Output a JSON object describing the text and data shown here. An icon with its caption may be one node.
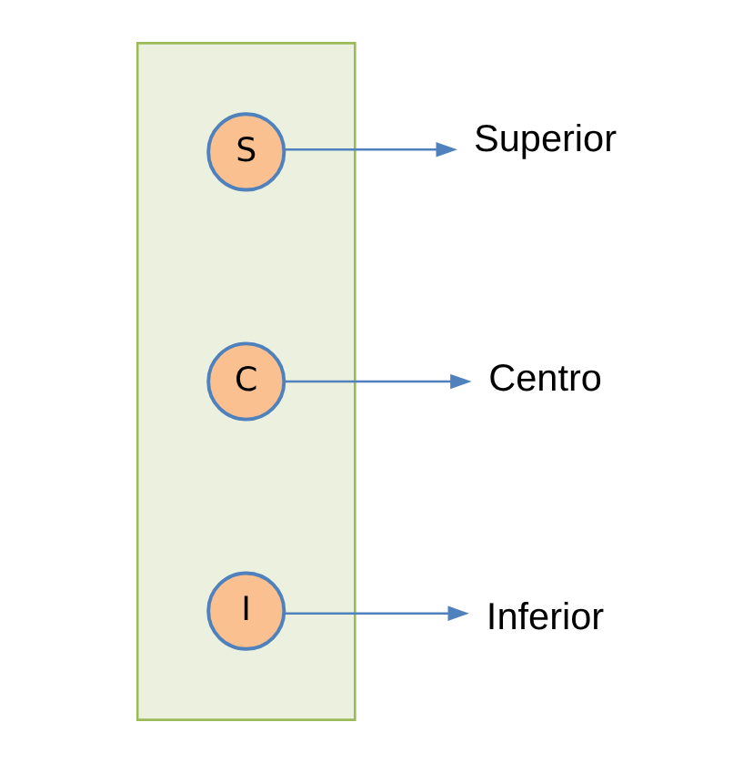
{
  "diagram": {
    "nodes": [
      {
        "text": [],
        "shape": "box"
      },
      {
        "text": [
          "S"
        ],
        "in": 0
      },
      {
        "text": [
          "C"
        ],
        "in": 0
      },
      {
        "text": [
          "I"
        ],
        "in": 0
      },
      {
        "text": [
          "Superior"
        ]
      },
      {
        "text": [
          "Centro"
        ]
      },
      {
        "text": [
          "Inferior"
        ]
      }
    ],
    "edges": [
      {
        "from": 1,
        "to": 4,
        "arrow": "to"
      },
      {
        "from": 2,
        "to": 5,
        "arrow": "to"
      },
      {
        "from": 3,
        "to": 6,
        "arrow": "to"
      }
    ]
  }
}
